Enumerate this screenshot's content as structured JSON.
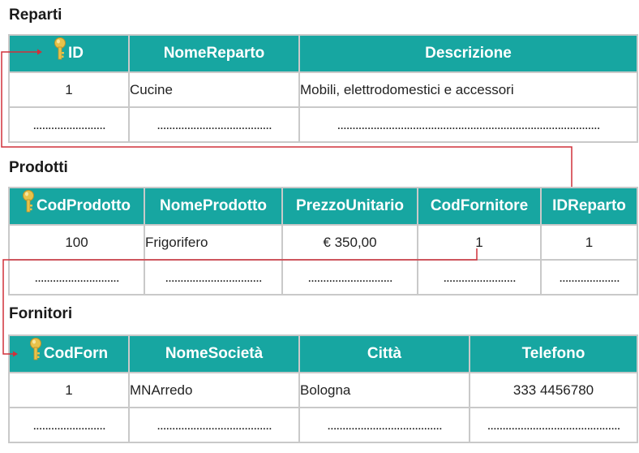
{
  "tables": [
    {
      "title": "Reparti",
      "columns": [
        "ID",
        "NomeReparto",
        "Descrizione"
      ],
      "rows": [
        [
          "1",
          "Cucine",
          "Mobili, elettrodomestici e accessori"
        ]
      ],
      "dots_row": [
        "........................",
        "......................................",
        "......................................................................................."
      ]
    },
    {
      "title": "Prodotti",
      "columns": [
        "CodProdotto",
        "NomeProdotto",
        "PrezzoUnitario",
        "CodFornitore",
        "IDReparto"
      ],
      "rows": [
        [
          "100",
          "Frigorifero",
          "€ 350,00",
          "1",
          "1"
        ]
      ],
      "dots_row": [
        "............................",
        "................................",
        "............................",
        "........................",
        "...................."
      ]
    },
    {
      "title": "Fornitori",
      "columns": [
        "CodForn",
        "NomeSocietà",
        "Città",
        "Telefono"
      ],
      "rows": [
        [
          "1",
          "MNArredo",
          "Bologna",
          "333 4456780"
        ]
      ],
      "dots_row": [
        "........................",
        "......................................",
        "......................................",
        "............................................"
      ]
    }
  ],
  "colors": {
    "header": "#17a6a1",
    "border": "#c9c9c9",
    "relation_line": "#d0303a",
    "key": "#e8c24a"
  },
  "icons": {
    "primary_key": "key-icon"
  }
}
